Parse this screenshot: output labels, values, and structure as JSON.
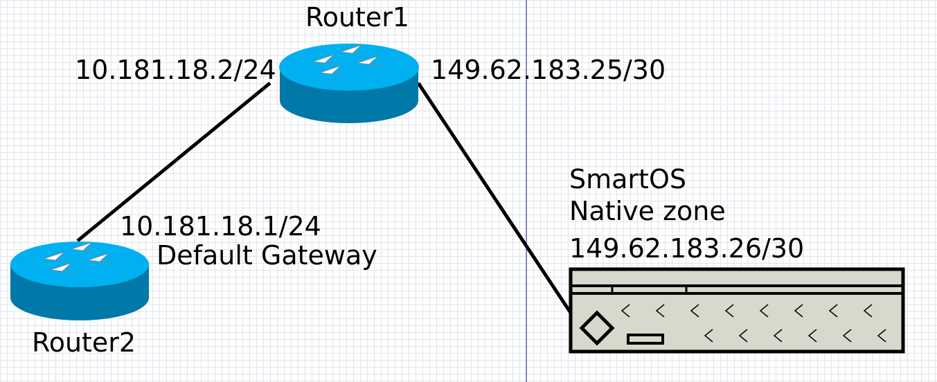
{
  "diagram": {
    "router1": {
      "name": "Router1",
      "left_ip": "10.181.18.2/24",
      "right_ip": "149.62.183.25/30"
    },
    "router2": {
      "name": "Router2",
      "ip": "10.181.18.1/24",
      "role": "Default Gateway"
    },
    "server": {
      "os": "SmartOS",
      "zone": "Native zone",
      "ip": "149.62.183.26/30"
    }
  },
  "colors": {
    "router_top": "#00b0f0",
    "router_body": "#0078a8",
    "server_fill": "#d8d8cc",
    "link": "#000000",
    "divider": "#1a1a9a"
  },
  "icons": [
    "router-icon",
    "router-icon",
    "server-appliance-icon"
  ]
}
